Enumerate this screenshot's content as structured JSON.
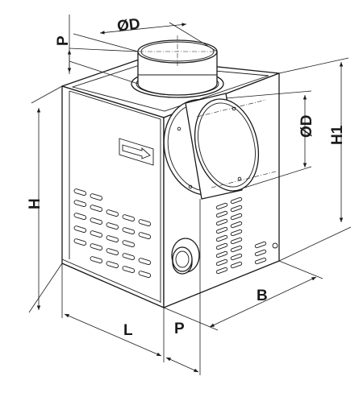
{
  "labels": {
    "diameter_top": "ØD",
    "pipe_length_top": "P",
    "diameter_side": "ØD",
    "height_outlet": "H1",
    "height_total": "H",
    "width": "B",
    "length": "L",
    "pipe_length_side": "P"
  },
  "colors": {
    "line": "#1a1a1a",
    "fill": "#ffffff"
  }
}
